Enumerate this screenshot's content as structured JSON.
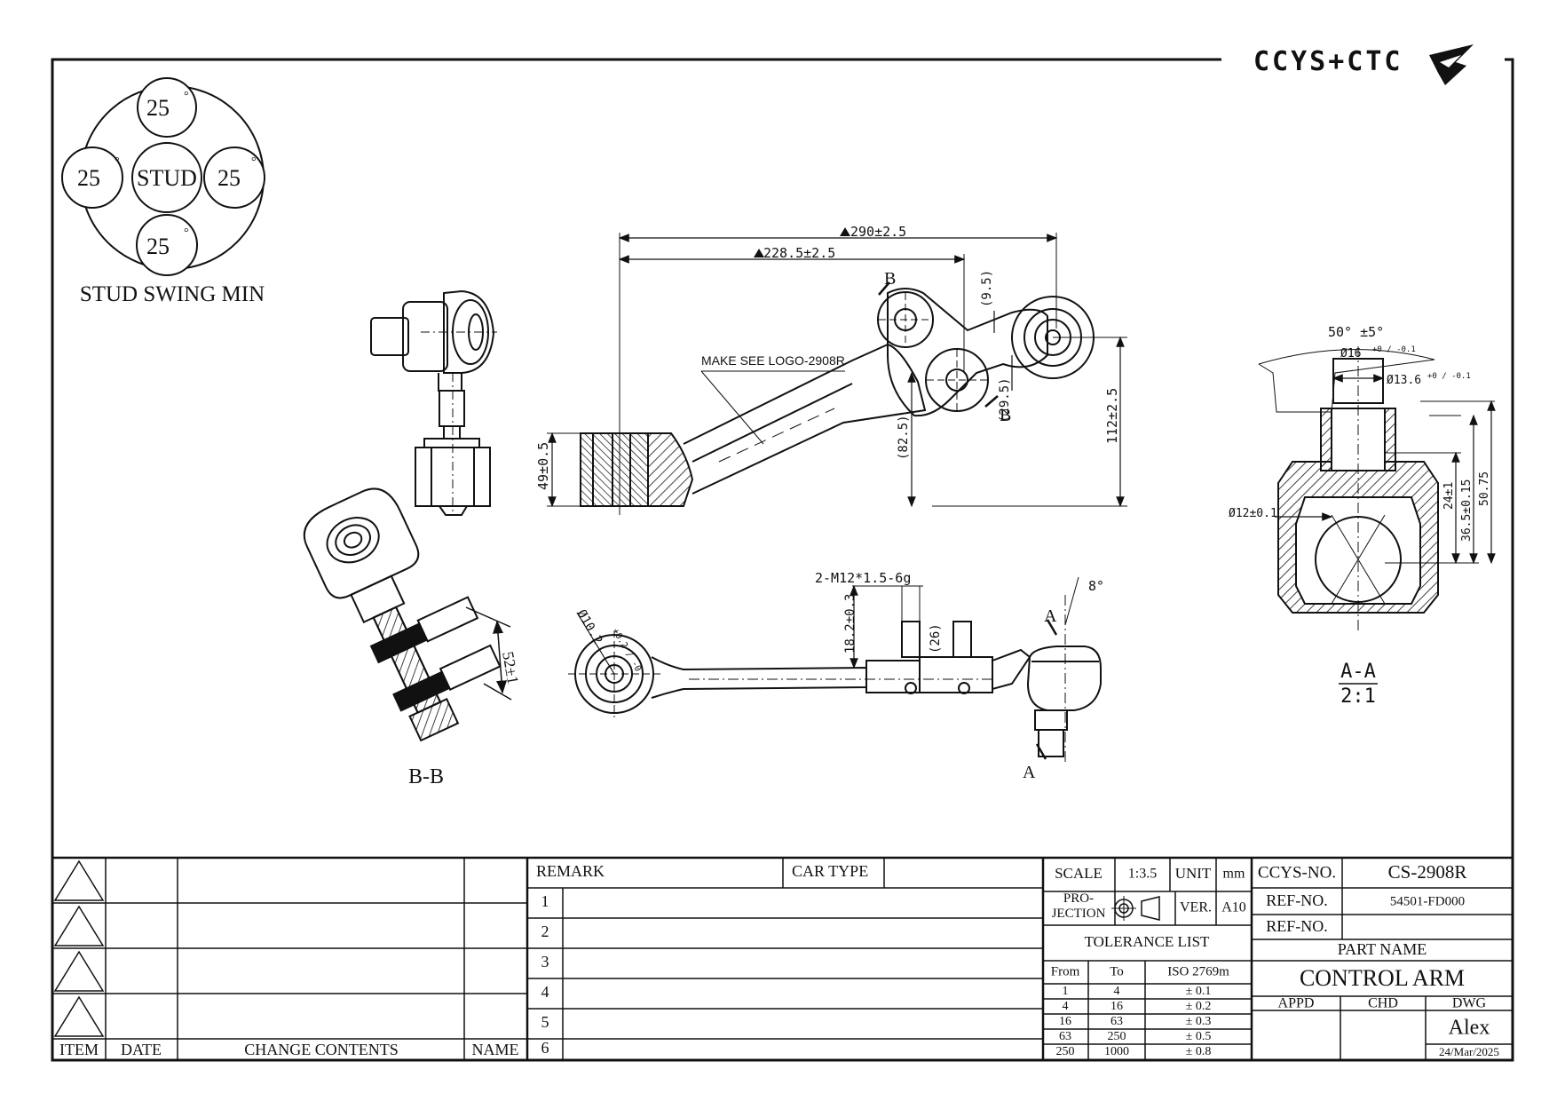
{
  "logo": {
    "text": "CCYS+CTC"
  },
  "stud_swing": {
    "center": "STUD",
    "top": "25",
    "left": "25",
    "right": "25",
    "bottom": "25",
    "degree": "°",
    "caption": "STUD SWING MIN"
  },
  "main_view": {
    "dim_overall": "290±2.5",
    "dim_pivot": "228.5±2.5",
    "dim_height_bush": "49±0.5",
    "dim_height": "112±2.5",
    "dim_82_5": "(82.5)",
    "dim_9_5": "(9.5)",
    "dim_29_5": "(29.5)",
    "section_b_top": "B",
    "section_b_bottom": "B",
    "logo_note": "MAKE SEE LOGO-2908R"
  },
  "bottom_view": {
    "dim_bushing": "Ø10.2",
    "dim_bushing_tol": "+0.2 / -0",
    "dim_thread": "2-M12*1.5-6g",
    "dim_stud_height": "18.2±0.3",
    "dim_26": "(26)",
    "dim_angle": "8°",
    "section_a_top": "A",
    "section_a_bottom": "A"
  },
  "section_bb": {
    "dim": "52±1",
    "label": "B-B"
  },
  "section_aa": {
    "angle": "50° ±5°",
    "dia16": "Ø16",
    "dia16_tol": "+0 / -0.1",
    "dia13_6": "Ø13.6",
    "dia13_6_tol": "+0 / -0.1",
    "dia12": "Ø12±0.1",
    "dim_24": "24±1",
    "dim_36_5": "36.5±0.15",
    "dim_50_75": "50.75",
    "label": "A-A",
    "scale": "2:1"
  },
  "revision_table": {
    "headers": [
      "ITEM",
      "DATE",
      "CHANGE CONTENTS",
      "NAME"
    ]
  },
  "remark_table": {
    "remark_label": "REMARK",
    "car_type_label": "CAR TYPE",
    "rows": [
      "1",
      "2",
      "3",
      "4",
      "5",
      "6"
    ]
  },
  "title_block": {
    "scale_label": "SCALE",
    "scale_value": "1:3.5",
    "unit_label": "UNIT",
    "unit_value": "mm",
    "projection_line1": "PRO-",
    "projection_line2": "JECTION",
    "ver_label": "VER.",
    "ver_value": "A10",
    "tolerance_title": "TOLERANCE LIST",
    "tolerance_headers": [
      "From",
      "To",
      "ISO 2769m"
    ],
    "tolerance_rows": [
      [
        "1",
        "4",
        "± 0.1"
      ],
      [
        "4",
        "16",
        "± 0.2"
      ],
      [
        "16",
        "63",
        "± 0.3"
      ],
      [
        "63",
        "250",
        "± 0.5"
      ],
      [
        "250",
        "1000",
        "± 0.8"
      ]
    ],
    "ccys_no_label": "CCYS-NO.",
    "ccys_no_value": "CS-2908R",
    "ref_no_label": "REF-NO.",
    "ref_no_value": "54501-FD000",
    "ref_no2_label": "REF-NO.",
    "ref_no2_value": "",
    "part_name_label": "PART NAME",
    "part_name_value": "CONTROL ARM",
    "appd_label": "APPD",
    "chd_label": "CHD",
    "dwg_label": "DWG",
    "dwg_value": "Alex",
    "date_value": "24/Mar/2025"
  }
}
